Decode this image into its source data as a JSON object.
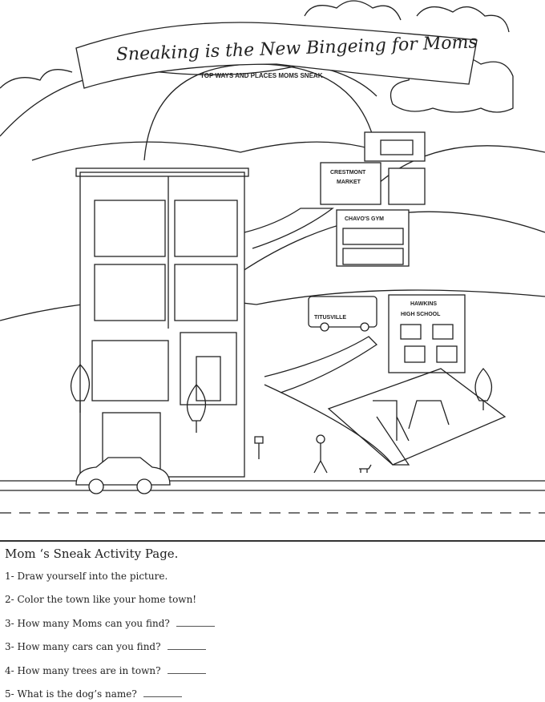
{
  "illustration": {
    "banner_title": "Sneaking is the New Bingeing for Moms",
    "banner_subtitle": "TOP WAYS AND PLACES MOMS SNEAK",
    "signs": {
      "market": [
        "CRESTMONT",
        "MARKET"
      ],
      "gym": "CHAVO'S GYM",
      "school": [
        "HAWKINS",
        "HIGH SCHOOL"
      ],
      "bus": "TITUSVILLE"
    }
  },
  "activity": {
    "title": "Mom ‘s Sneak Activity Page.",
    "questions": [
      {
        "text": "1- Draw yourself into the picture.",
        "blank": false
      },
      {
        "text": "2- Color the town like your home town!",
        "blank": false
      },
      {
        "text": "3- How many Moms can you find?",
        "blank": true
      },
      {
        "text": "3- How many cars can you find?",
        "blank": true
      },
      {
        "text": "4- How many trees are in town?",
        "blank": true
      },
      {
        "text": "5- What is the dog’s name?",
        "blank": true
      }
    ]
  }
}
